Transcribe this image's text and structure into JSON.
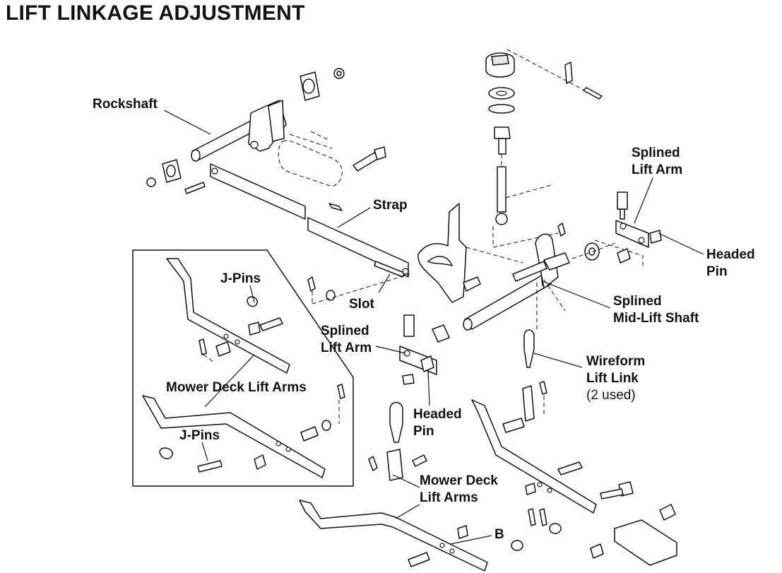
{
  "title": "LIFT LINKAGE ADJUSTMENT",
  "labels": {
    "rockshaft": "Rockshaft",
    "strap": "Strap",
    "slot": "Slot",
    "splined_lift_arm_top_1": "Splined",
    "splined_lift_arm_top_2": "Lift Arm",
    "headed_pin_right_1": "Headed",
    "headed_pin_right_2": "Pin",
    "splined_mid_lift_shaft_1": "Splined",
    "splined_mid_lift_shaft_2": "Mid-Lift Shaft",
    "splined_lift_arm_mid_1": "Splined",
    "splined_lift_arm_mid_2": "Lift Arm",
    "headed_pin_mid_1": "Headed",
    "headed_pin_mid_2": "Pin",
    "wireform_1": "Wireform",
    "wireform_2": "Lift Link",
    "wireform_3": "(2 used)",
    "jpins_upper": "J-Pins",
    "mower_deck_lift_arms_inset": "Mower Deck Lift Arms",
    "jpins_lower": "J-Pins",
    "mower_deck_lift_arms_main_1": "Mower Deck",
    "mower_deck_lift_arms_main_2": "Lift Arms",
    "callout_b": "B"
  }
}
